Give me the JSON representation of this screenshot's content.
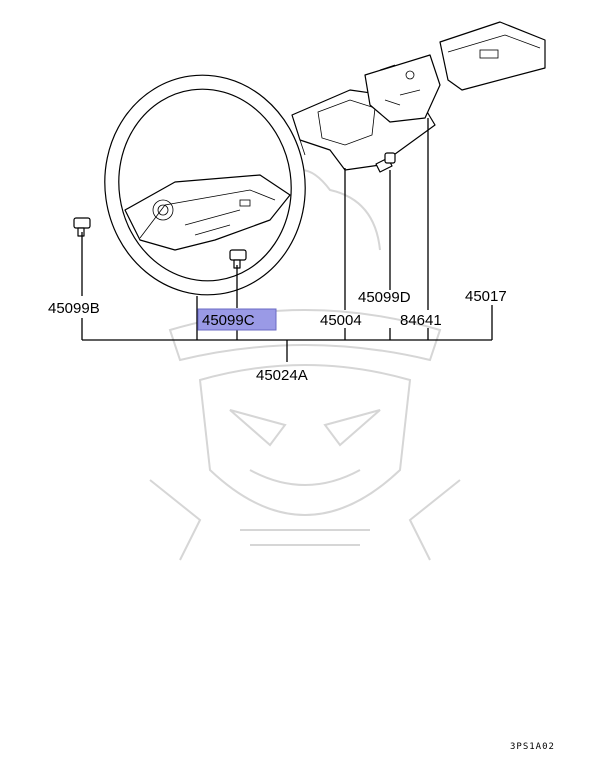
{
  "diagram": {
    "labels": {
      "p45099b": "45099B",
      "p45099c": "45099C",
      "p45004": "45004",
      "p45099d": "45099D",
      "p84641": "84641",
      "p45017": "45017",
      "p45024a": "45024A"
    },
    "highlighted_part": "45099C",
    "highlight_color": "#9a9ae6",
    "figure_code": "3PS1A02",
    "icons": [
      "steering-wheel",
      "bolt",
      "horn-pad",
      "column-cover",
      "air-bag-module"
    ]
  }
}
